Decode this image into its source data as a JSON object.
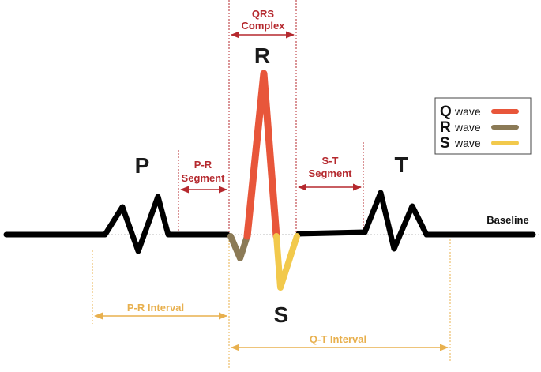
{
  "labels": {
    "qrs_line1": "QRS",
    "qrs_line2": "Complex",
    "r": "R",
    "s": "S",
    "p": "P",
    "t": "T",
    "pr_segment_line1": "P-R",
    "pr_segment_line2": "Segment",
    "st_segment_line1": "S-T",
    "st_segment_line2": "Segment",
    "baseline": "Baseline",
    "pr_interval": "P-R Interval",
    "qt_interval": "Q-T Interval"
  },
  "legend": {
    "items": [
      {
        "key": "Q",
        "word": "wave",
        "color": "#e8563a"
      },
      {
        "key": "R",
        "word": "wave",
        "color": "#8b7a56"
      },
      {
        "key": "S",
        "word": "wave",
        "color": "#f2c94c"
      }
    ]
  },
  "colors": {
    "trace": "#000000",
    "annotation_red": "#b5292e",
    "annotation_orange": "#e8b04e",
    "r_wave": "#e8563a",
    "q_wave": "#8b7a56",
    "s_wave": "#f2c94c"
  }
}
